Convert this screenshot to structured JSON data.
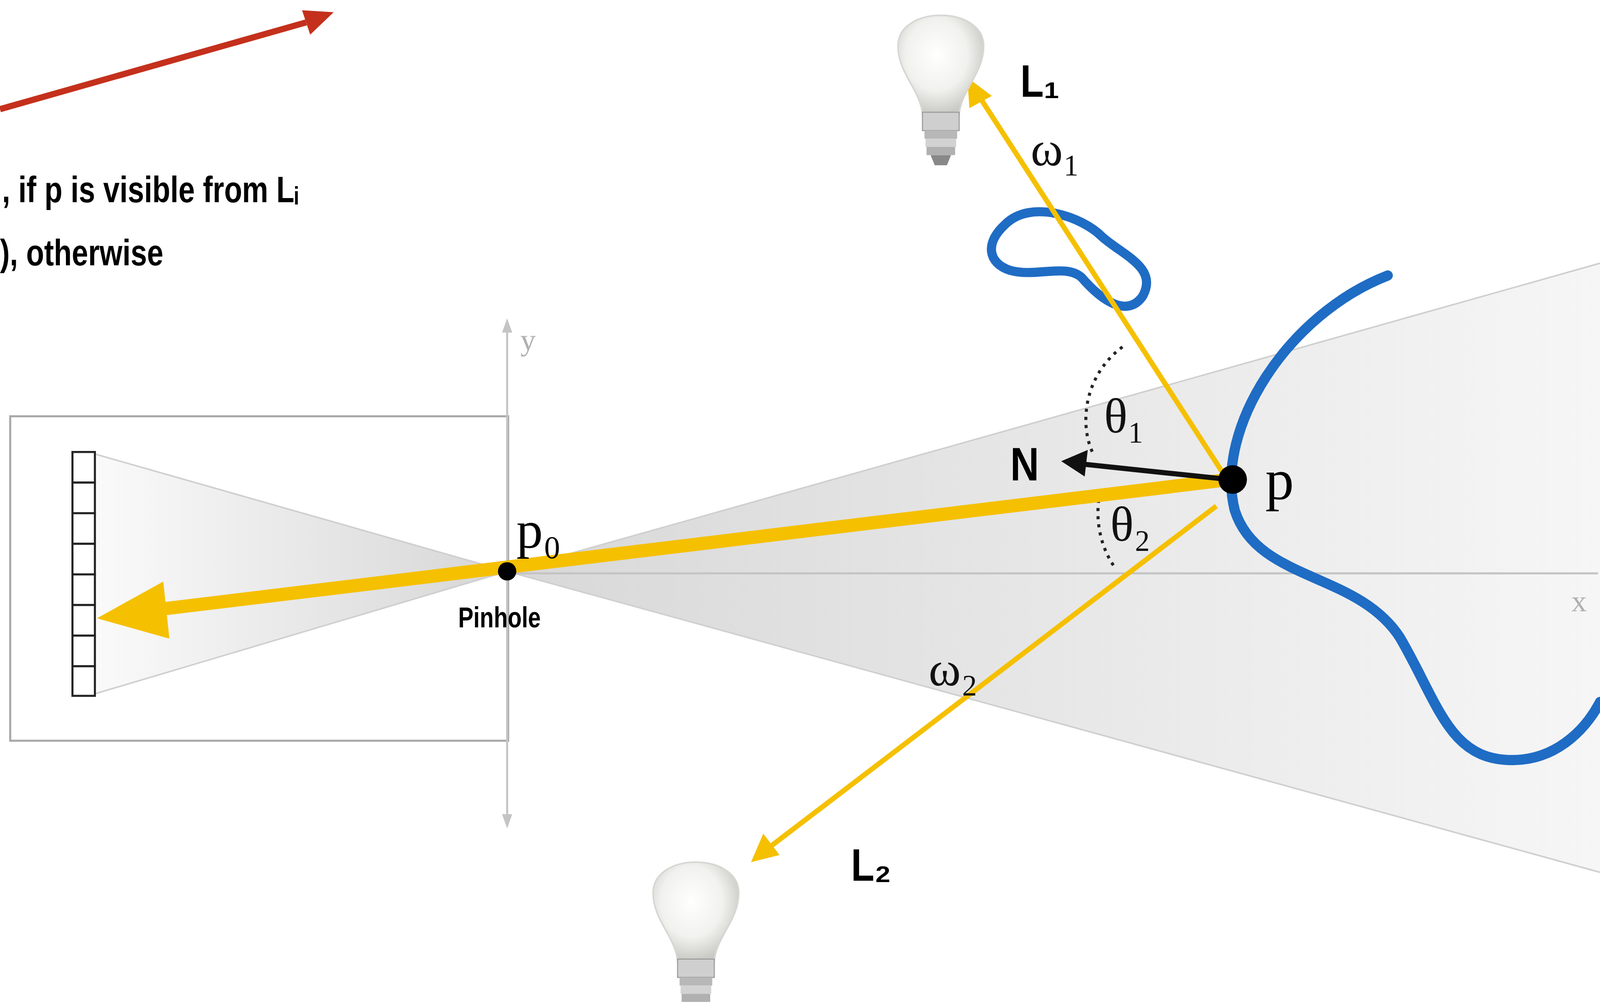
{
  "diagram": {
    "labels": [
      ", if p is visible from Lᵢ",
      "), otherwise",
      "y",
      "L₁",
      "ω₁",
      "θ₁",
      "N",
      "p",
      "p₀",
      "θ₂",
      "Pinhole",
      "ω₂",
      "x",
      "L₂"
    ]
  }
}
